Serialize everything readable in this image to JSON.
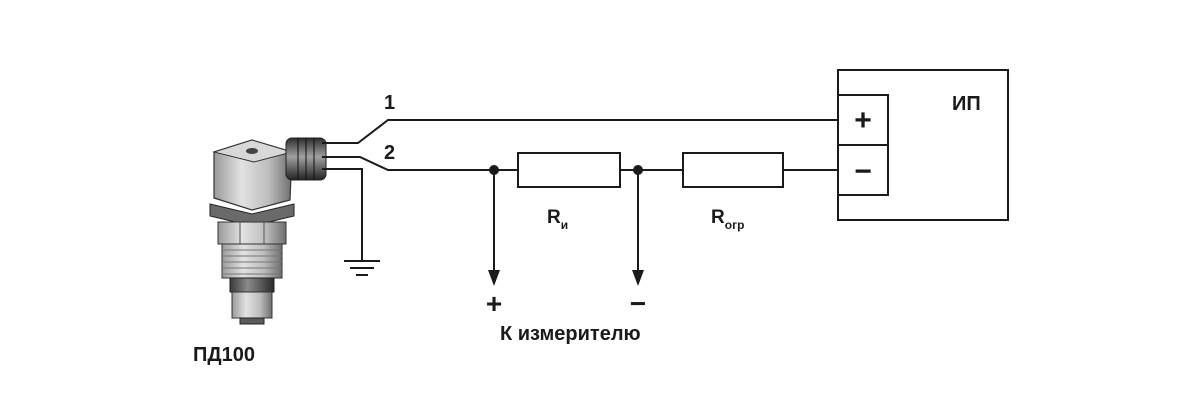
{
  "sensor": {
    "name": "ПД100"
  },
  "wires": {
    "wire1": "1",
    "wire2": "2"
  },
  "power_supply": {
    "name": "ИП",
    "plus": "+",
    "minus": "−"
  },
  "resistors": {
    "r_meas": {
      "base": "R",
      "sub": "и"
    },
    "r_lim": {
      "base": "R",
      "sub": "огр"
    }
  },
  "meter": {
    "label": "К измерителю",
    "plus": "+",
    "minus": "−"
  },
  "colors": {
    "line": "#1a1a1a",
    "background": "#ffffff"
  }
}
